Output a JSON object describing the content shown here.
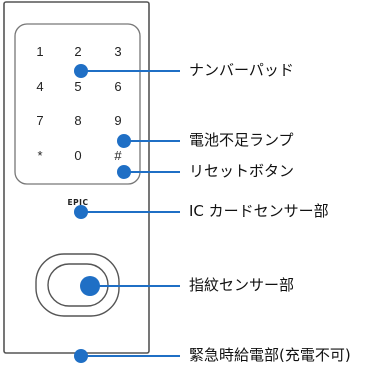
{
  "keypad": {
    "keys": [
      "1",
      "2",
      "3",
      "4",
      "5",
      "6",
      "7",
      "8",
      "9",
      "*",
      "0",
      "#"
    ]
  },
  "brand_logo": "EPIC",
  "labels": {
    "number_pad": "ナンバーパッド",
    "low_battery_lamp": "電池不足ランプ",
    "reset_button": "リセットボタン",
    "ic_card_sensor": "IC カードセンサー部",
    "fingerprint_sensor": "指紋センサー部",
    "emergency_power": "緊急時給電部(充電不可)"
  },
  "colors": {
    "accent": "#1f6fc5",
    "outline": "#555555"
  }
}
